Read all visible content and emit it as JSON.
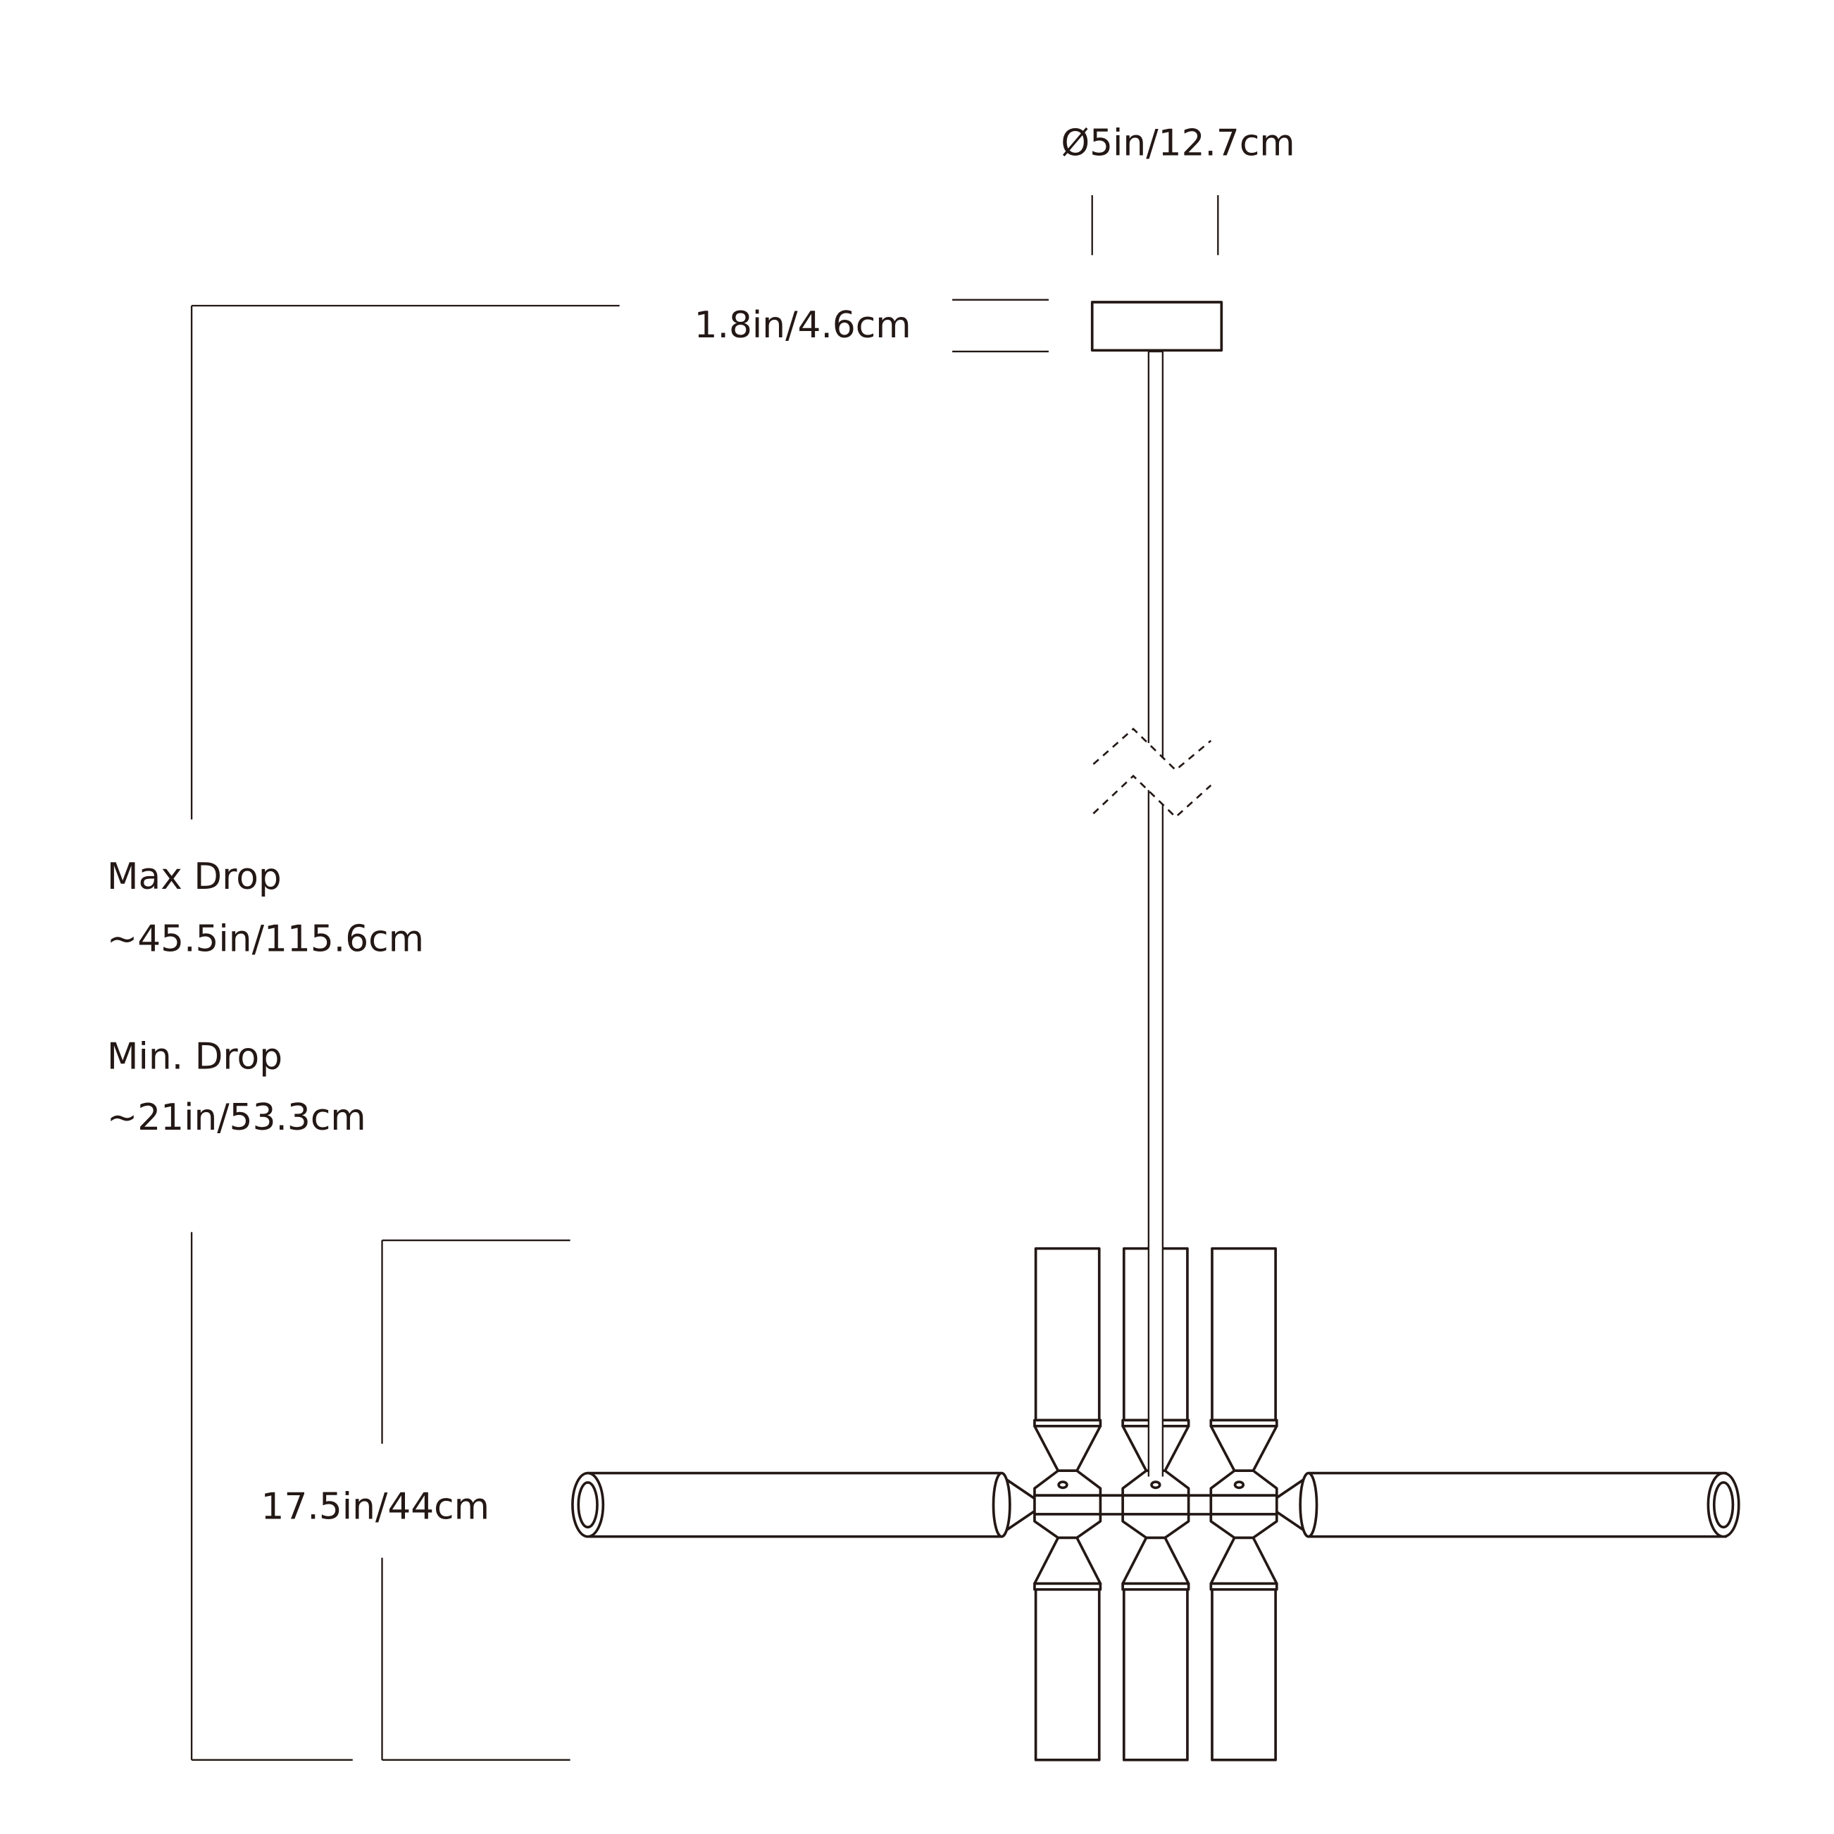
{
  "title": "Pendant light dimension drawing",
  "dimensions": {
    "canopy_diameter": "Ø5in/12.7cm",
    "canopy_height": "1.8in/4.6cm",
    "max_drop_label": "Max Drop",
    "max_drop_value": "~45.5in/115.6cm",
    "min_drop_label": "Min. Drop",
    "min_drop_value": "~21in/53.3cm",
    "fixture_height": "17.5in/44cm"
  },
  "colors": {
    "line": "#231815",
    "background": "#ffffff"
  }
}
